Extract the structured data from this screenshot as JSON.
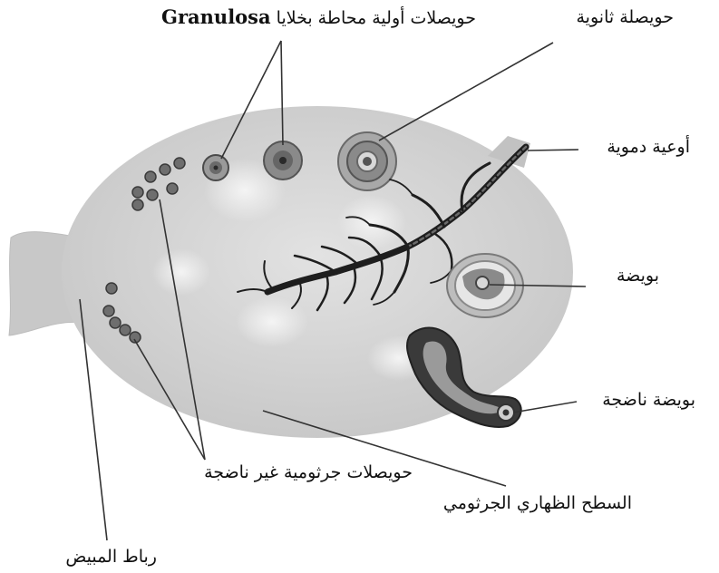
{
  "labels": {
    "primary_follicles": "حويصلات أولية محاطة بخلايا",
    "primary_follicles_term": "Granulosa",
    "secondary_follicle": "حويصلة ثانوية",
    "blood_vessels": "أوعية دموية",
    "ovum": "بويضة",
    "mature_ovum": "بويضة ناضجة",
    "immature_follicles": "حويصلات جرثومية غير ناضجة",
    "germinal_epithelium": "السطح الظهاري الجرثومي",
    "ovarian_ligament": "رباط المبيض"
  },
  "colors": {
    "ovary_fill": "#cfcfcf",
    "line": "#333333",
    "vessel": "#1e1e1e"
  }
}
